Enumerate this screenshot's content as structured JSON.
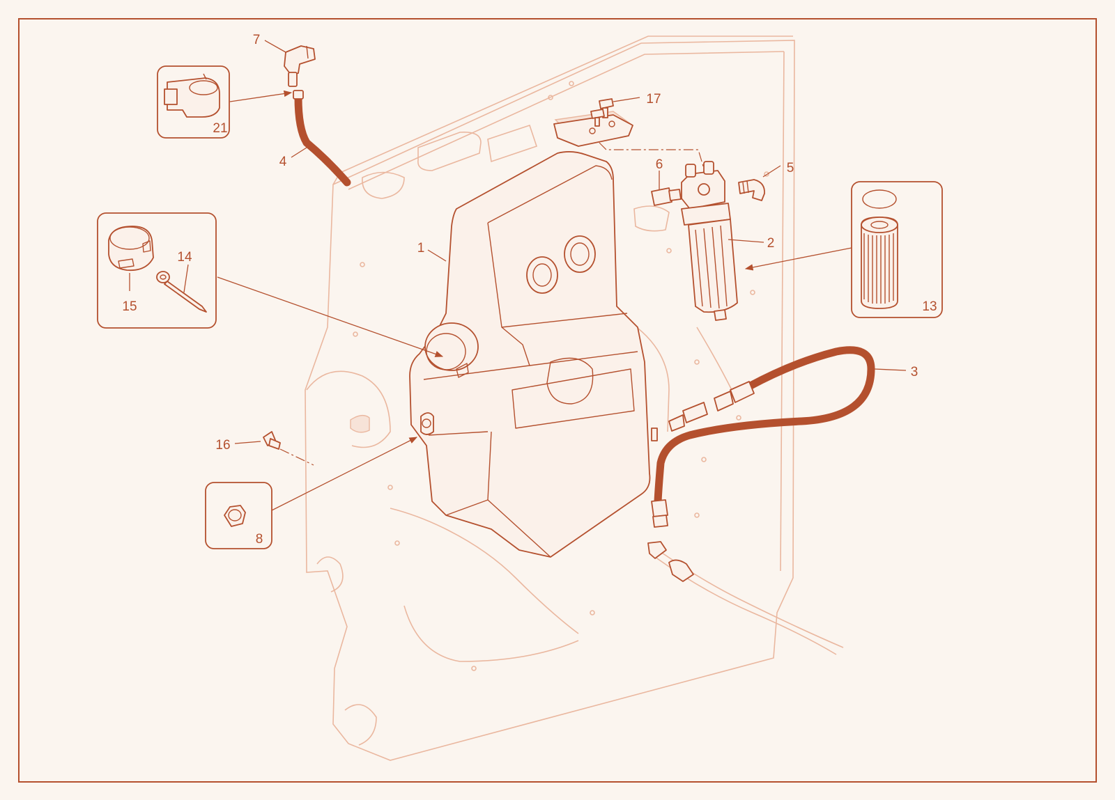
{
  "colors": {
    "background": "#fbf5ef",
    "line": "#b4502e",
    "ghost_line": "#eab79f"
  },
  "callouts": {
    "c1": "1",
    "c2": "2",
    "c3": "3",
    "c4": "4",
    "c5": "5",
    "c6": "6",
    "c7": "7",
    "c8": "8",
    "c13": "13",
    "c14": "14",
    "c15": "15",
    "c16": "16",
    "c17": "17",
    "c21": "21"
  }
}
